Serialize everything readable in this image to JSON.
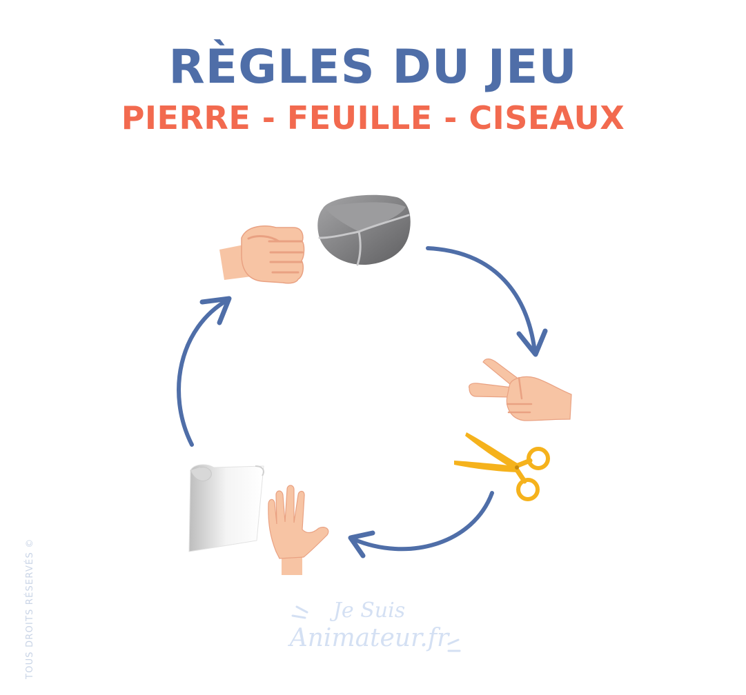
{
  "title": "RÈGLES DU JEU",
  "subtitle": "PIERRE - FEUILLE - CISEAUX",
  "copyright": "TOUS DROITS RÉSERVÉS ©",
  "logo": {
    "line1": "Je Suis",
    "line2": "Animateur.fr"
  },
  "colors": {
    "title": "#4f6ea8",
    "subtitle": "#f26a4f",
    "arrow": "#4f6ea8",
    "skin": "#f7c4a4",
    "rock": "#8a8a8c",
    "scissors": "#f5b21c",
    "paper": "#e6e6e6"
  },
  "items": [
    {
      "name": "pierre",
      "icons": [
        "fist-icon",
        "rock-icon"
      ]
    },
    {
      "name": "ciseaux",
      "icons": [
        "victory-hand-icon",
        "scissors-icon"
      ]
    },
    {
      "name": "feuille",
      "icons": [
        "open-hand-icon",
        "paper-icon"
      ]
    }
  ]
}
